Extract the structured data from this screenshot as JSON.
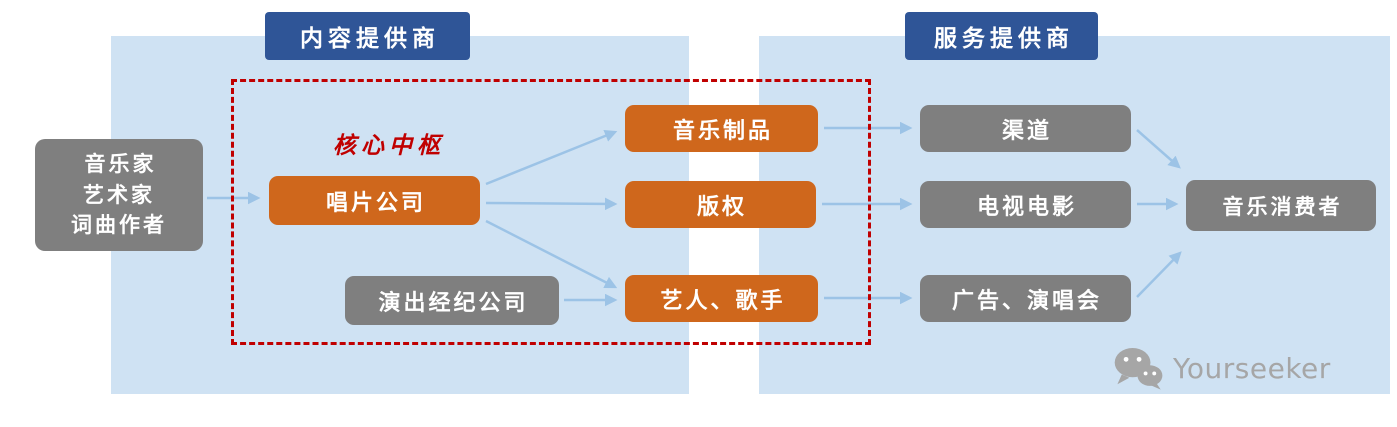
{
  "colors": {
    "panel_bg": "#cfe2f3",
    "header_bg": "#2f5597",
    "orange_box": "#cf671c",
    "gray_box": "#7f7f7f",
    "red_accent": "#c00000",
    "arrow": "#9cc3e6",
    "watermark_gray": "#a6a6a6",
    "box_text": "#ffffff"
  },
  "headers": {
    "content_provider": "内容提供商",
    "service_provider": "服务提供商"
  },
  "diagram": {
    "creators": "音乐家\n艺术家\n词曲作者",
    "core_hub_label": "核心中枢",
    "record_company": "唱片公司",
    "performance_agency": "演出经纪公司",
    "music_products": "音乐制品",
    "copyright": "版权",
    "artists_singers": "艺人、歌手",
    "channels": "渠道",
    "tv_film": "电视电影",
    "ads_concerts": "广告、演唱会",
    "music_consumers": "音乐消费者"
  },
  "edges": [
    {
      "from": "creators",
      "to": "record_company"
    },
    {
      "from": "record_company",
      "to": "music_products"
    },
    {
      "from": "record_company",
      "to": "copyright"
    },
    {
      "from": "record_company",
      "to": "artists_singers"
    },
    {
      "from": "performance_agency",
      "to": "artists_singers"
    },
    {
      "from": "music_products",
      "to": "channels"
    },
    {
      "from": "copyright",
      "to": "tv_film"
    },
    {
      "from": "artists_singers",
      "to": "ads_concerts"
    },
    {
      "from": "channels",
      "to": "music_consumers"
    },
    {
      "from": "tv_film",
      "to": "music_consumers"
    },
    {
      "from": "ads_concerts",
      "to": "music_consumers"
    }
  ],
  "watermark": {
    "brand": "Yourseeker"
  }
}
